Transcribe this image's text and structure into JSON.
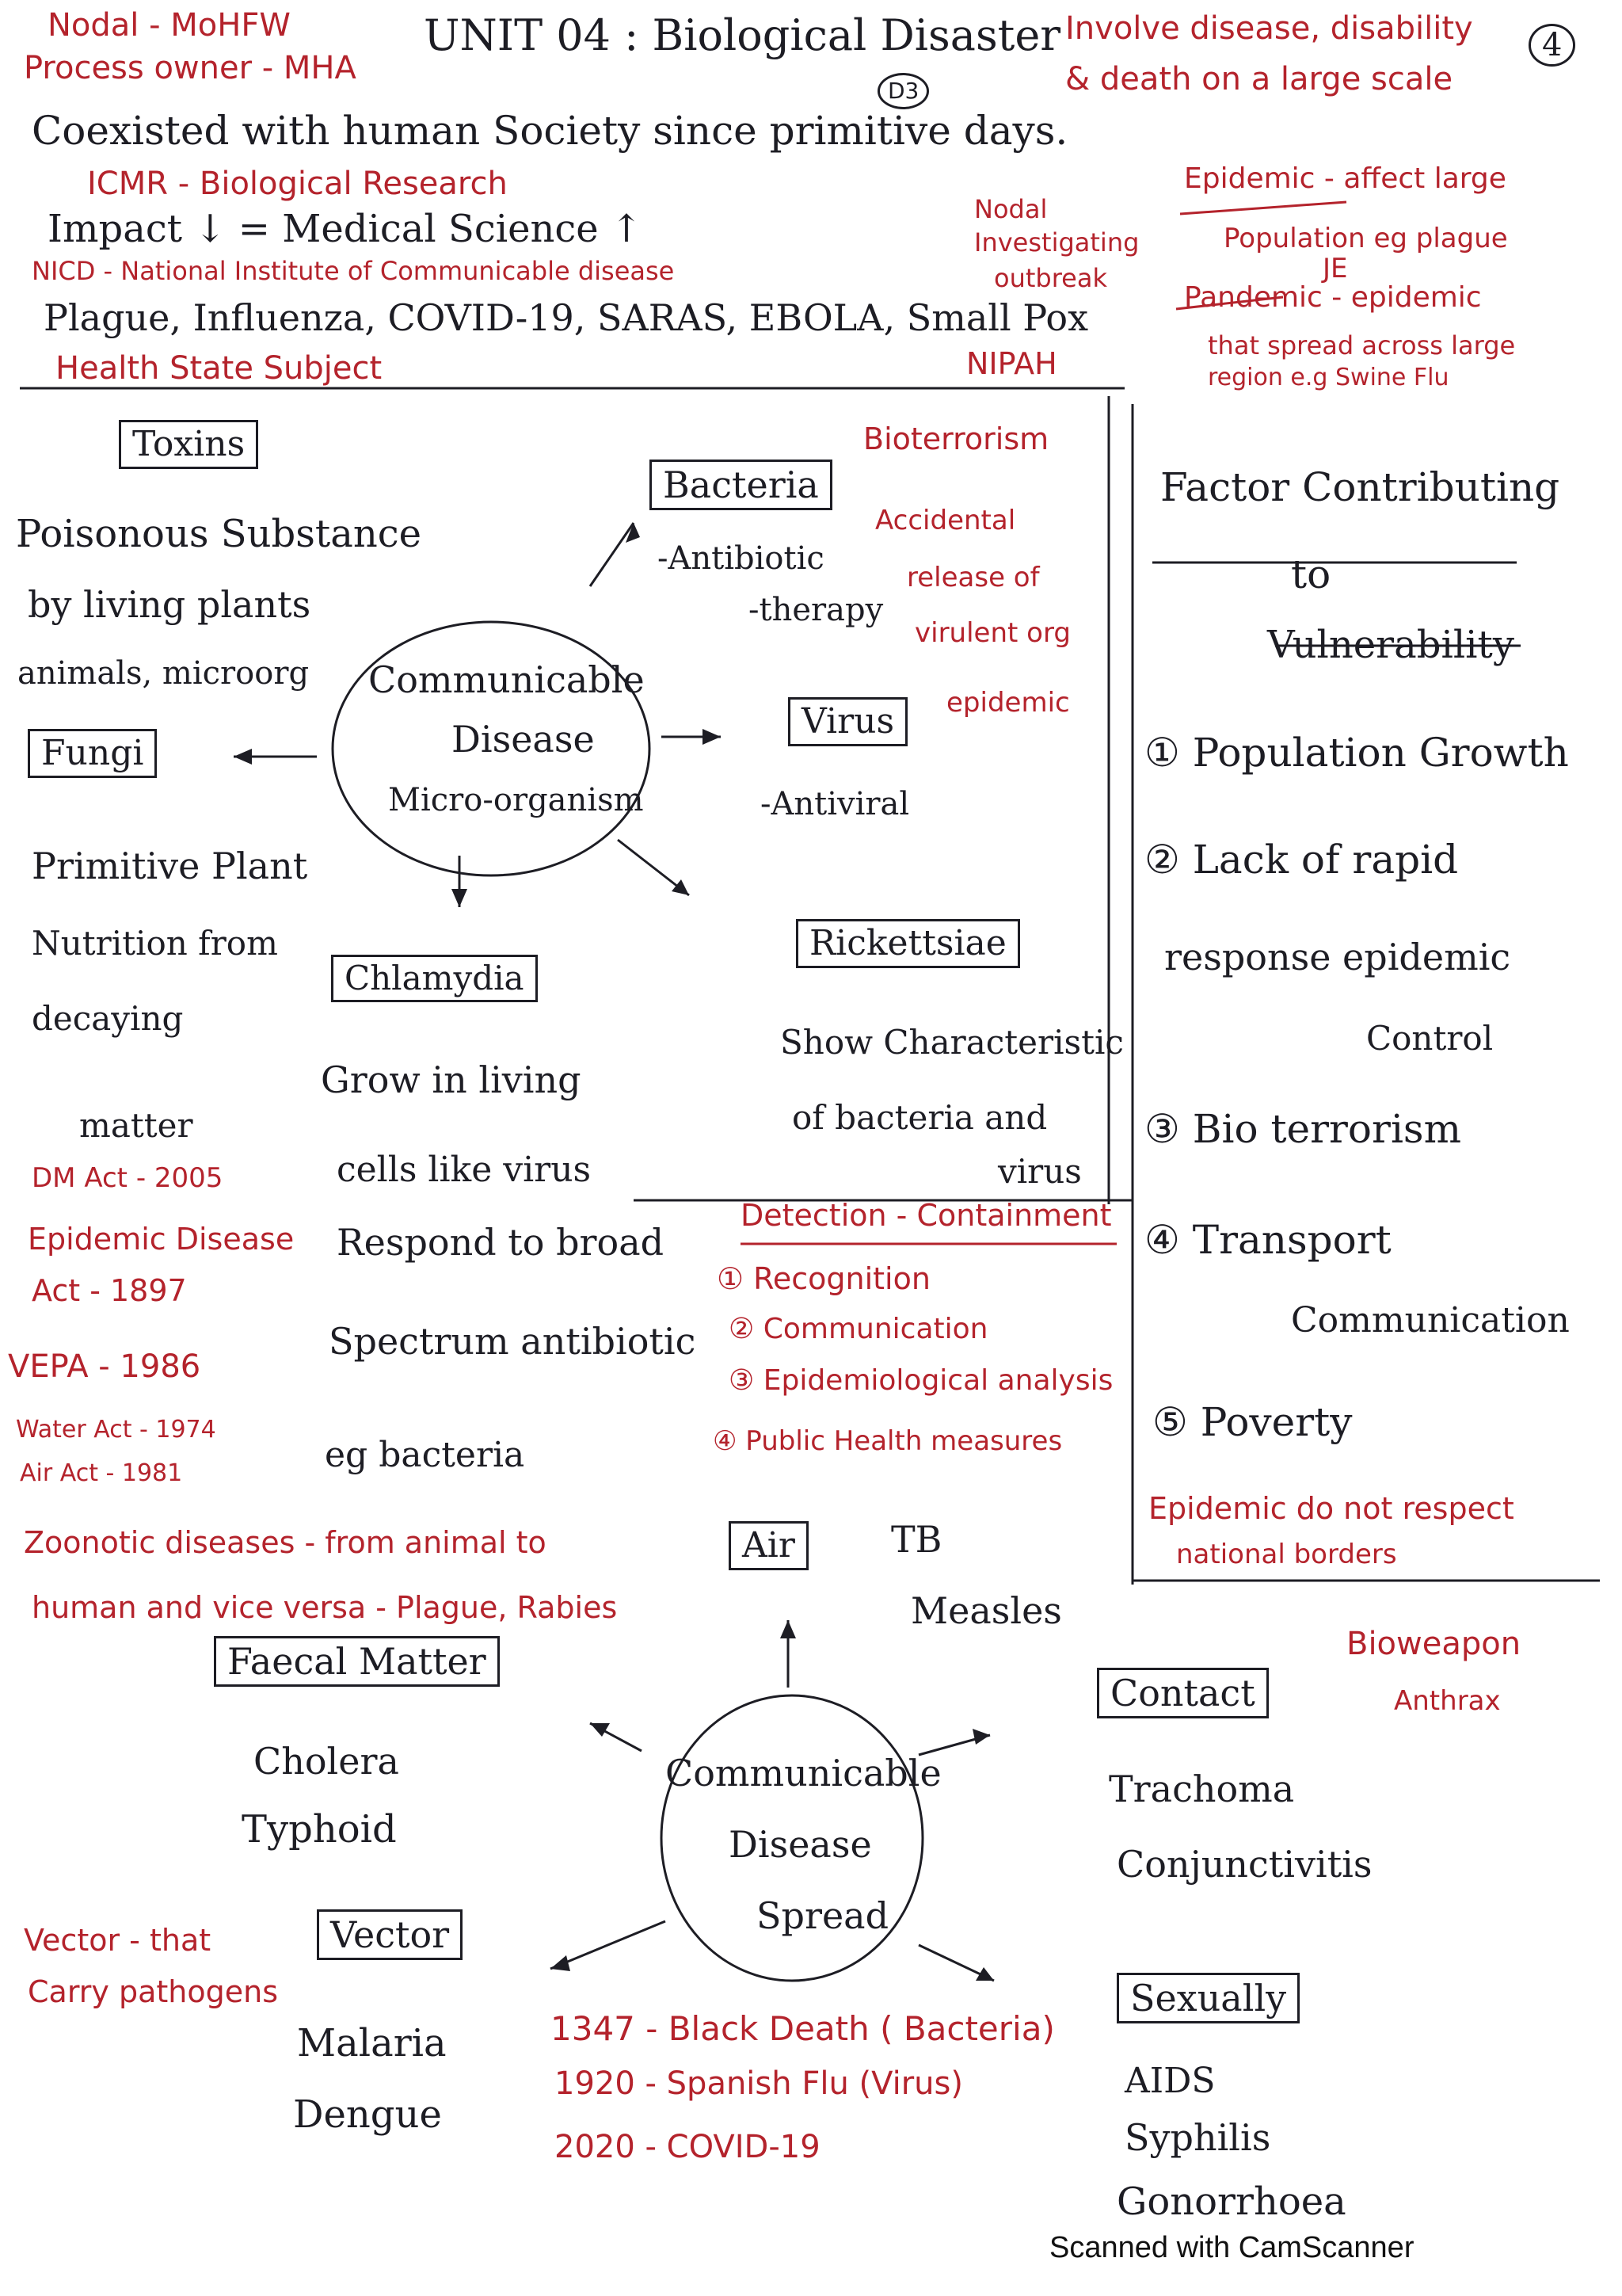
{
  "header": {
    "nodal_l1": "Nodal - MoHFW",
    "nodal_l2": "Process owner - MHA",
    "title": "UNIT 04 : Biological Disaster",
    "d3": "D3",
    "page_num": "4",
    "def_l1": "Involve disease, disability",
    "def_l2": "& death on a large scale"
  },
  "intro": {
    "coexist": "Coexisted with human Society since primitive days.",
    "icmr": "ICMR - Biological Research",
    "impact": "Impact ↓ = Medical Science ↑",
    "nicd": "NICD - National Institute of Communicable disease",
    "plague_list": "Plague, Influenza, COVID-19, SARAS, EBOLA, Small Pox",
    "nipah": "NIPAH",
    "health": "Health State Subject",
    "nodal1": "Nodal",
    "nodal2": "Investigating",
    "nodal3": "outbreak",
    "epid1": "Epidemic - affect large",
    "epid2": "Population eg plague",
    "je": "JE",
    "pand1": "Pandemic - epidemic",
    "pand2": "that spread across large",
    "pand3": "region e.g Swine Flu"
  },
  "mindmap1": {
    "toxins": "Toxins",
    "tox_desc1": "Poisonous Substance",
    "tox_desc2": "by living plants",
    "tox_desc3": "animals, microorg",
    "fungi": "Fungi",
    "prim": "Primitive Plant",
    "nutr": "Nutrition from",
    "decay": "decaying",
    "matter": "matter",
    "bacteria": "Bacteria",
    "antibiotic": "-Antibiotic",
    "therapy": "-therapy",
    "center_l1": "Communicable",
    "center_l2": "Disease",
    "center_l3": "Micro-organism",
    "virus": "Virus",
    "antiviral": "-Antiviral",
    "chlamydia": "Chlamydia",
    "grow1": "Grow in living",
    "grow2": "cells like virus",
    "respond": "Respond to broad",
    "spectrum": "Spectrum antibiotic",
    "eg_bact": "eg bacteria",
    "rickettsiae": "Rickettsiae",
    "show1": "Show Characteristic",
    "show2": "of bacteria and",
    "show3": "virus",
    "bioterror": "Bioterrorism",
    "accid1": "Accidental",
    "accid2": "release of",
    "accid3": "virulent org",
    "epidemic": "epidemic"
  },
  "acts": {
    "dm": "DM Act - 2005",
    "eda1": "Epidemic Disease",
    "eda2": "Act - 1897",
    "vepa": "VEPA - 1986",
    "water": "Water Act - 1974",
    "air": "Air Act - 1981"
  },
  "detection": {
    "title": "Detection - Containment",
    "s1": "① Recognition",
    "s2": "② Communication",
    "s3": "③ Epidemiological analysis",
    "s4": "④ Public Health measures"
  },
  "factors": {
    "t1": "Factor Contributing",
    "t2": "to",
    "t3": "Vulnerability",
    "f1": "① Population Growth",
    "f2a": "② Lack of rapid",
    "f2b": "response epidemic",
    "f2c": "Control",
    "f3": "③ Bio terrorism",
    "f4a": "④ Transport",
    "f4b": "Communication",
    "f5": "⑤ Poverty",
    "ep1": "Epidemic do not respect",
    "ep2": "national borders"
  },
  "spread": {
    "zoo1": "Zoonotic diseases - from animal to",
    "zoo2": "human and vice versa - Plague, Rabies",
    "air": "Air",
    "tb": "TB",
    "measles": "Measles",
    "faecal": "Faecal Matter",
    "cholera": "Cholera",
    "typhoid": "Typhoid",
    "center_l1": "Communicable",
    "center_l2": "Disease",
    "center_l3": "Spread",
    "contact": "Contact",
    "trachoma": "Trachoma",
    "conj": "Conjunctivitis",
    "bioweapon": "Bioweapon",
    "anthrax": "Anthrax",
    "vector_desc1": "Vector - that",
    "vector_desc2": "Carry pathogens",
    "vector": "Vector",
    "malaria": "Malaria",
    "dengue": "Dengue",
    "hist1": "1347 - Black Death ( Bacteria)",
    "hist2": "1920 - Spanish Flu (Virus)",
    "hist3": "2020 - COVID-19",
    "sexually": "Sexually",
    "aids": "AIDS",
    "syph": "Syphilis",
    "gono": "Gonorrhoea"
  },
  "footer": {
    "scan": "Scanned with CamScanner"
  }
}
